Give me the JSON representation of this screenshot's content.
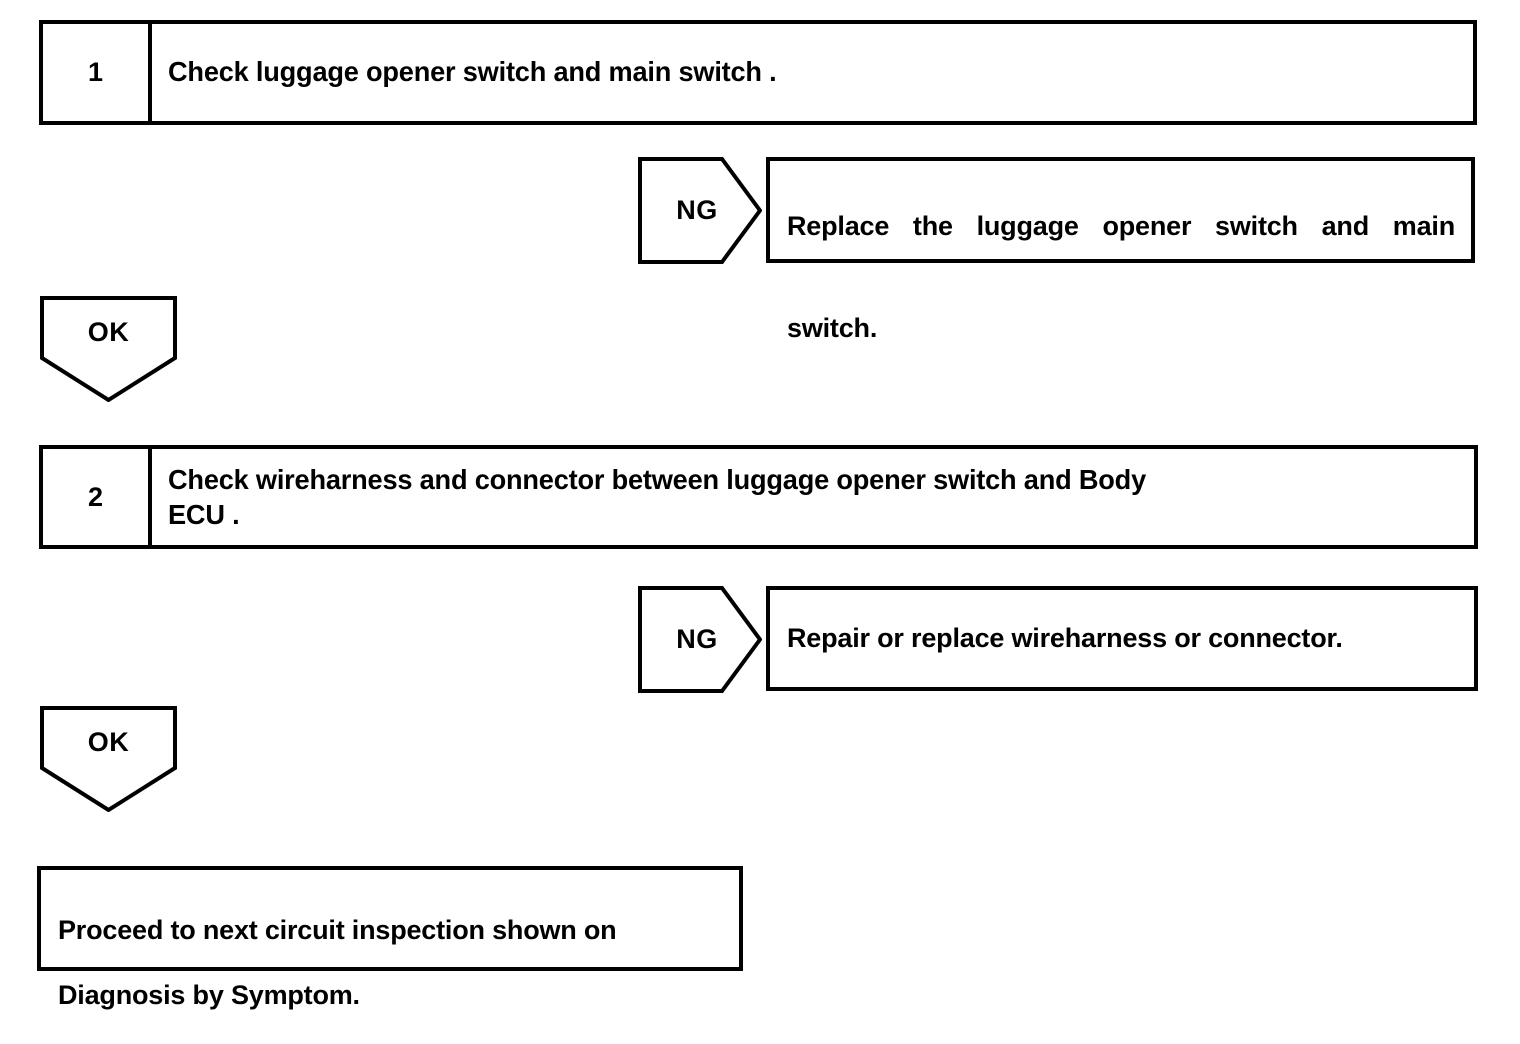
{
  "diagram": {
    "title": "Luggage opener switch circuit inspection flow",
    "line_color": "#000000",
    "background_color": "#ffffff",
    "steps": [
      {
        "number": "1",
        "text": "Check luggage opener switch and main switch .",
        "result_tag": "NG",
        "result_line1": "Replace  the  luggage  opener  switch  and  main",
        "result_line2": "switch.",
        "pass_tag": "OK"
      },
      {
        "number": "2",
        "text": "Check wireharness and connector between luggage opener switch and Body\nECU .",
        "result_tag": "NG",
        "result_line1": "Repair or replace wireharness or connector.",
        "result_line2": "",
        "pass_tag": "OK"
      }
    ],
    "final": {
      "line1": "Proceed to next circuit inspection shown on",
      "line2": "Diagnosis by Symptom."
    }
  }
}
